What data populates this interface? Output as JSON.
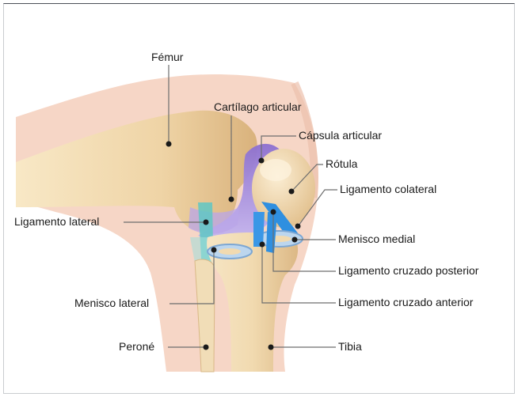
{
  "labels": {
    "femur": "Fémur",
    "cartilago": "Cartílago articular",
    "capsula": "Cápsula articular",
    "rotula": "Rótula",
    "lig_colateral": "Ligamento colateral",
    "lig_lateral": "Ligamento lateral",
    "menisco_medial": "Menisco medial",
    "cruzado_posterior": "Ligamento cruzado posterior",
    "menisco_lateral": "Menisco lateral",
    "cruzado_anterior": "Ligamento cruzado anterior",
    "perone": "Peroné",
    "tibia": "Tibia"
  },
  "colors": {
    "skin": "#f5d2c1",
    "bone": "#f2ddb8",
    "cartilage": "#a98fd8",
    "ligament_blue": "#2f8fe0",
    "meniscus": "#bcd6ee",
    "ligament_teal": "#5fc7c4"
  }
}
